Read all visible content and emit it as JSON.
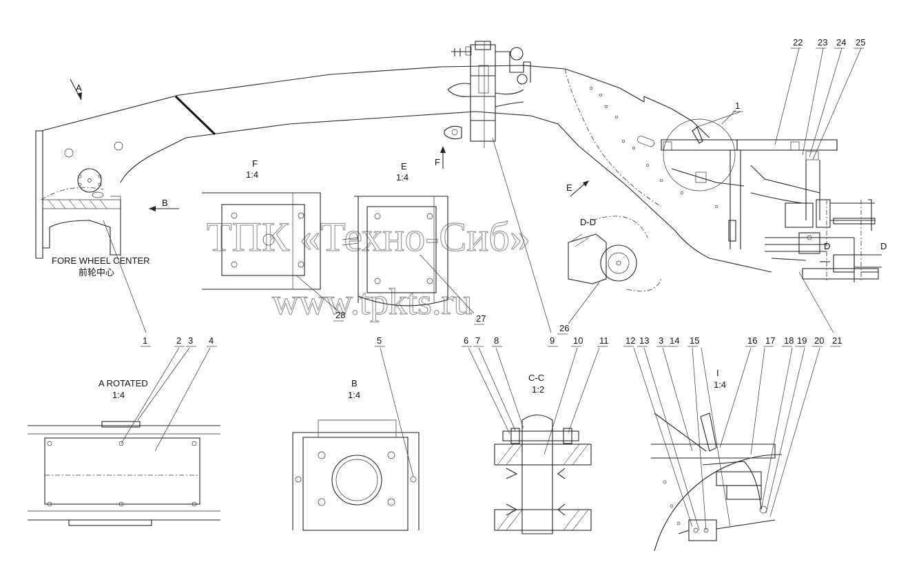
{
  "part_labels": [
    "1",
    "2",
    "3",
    "4",
    "5",
    "6",
    "7",
    "8",
    "9",
    "10",
    "11",
    "12",
    "13",
    "3",
    "14",
    "15",
    "16",
    "17",
    "18",
    "19",
    "20",
    "21",
    "22",
    "23",
    "24",
    "25",
    "26",
    "27",
    "28",
    "1"
  ],
  "views": {
    "F": {
      "name": "F",
      "scale": "1:4"
    },
    "E": {
      "name": "E",
      "scale": "1:4"
    },
    "DD": {
      "name": "D-D"
    },
    "A": {
      "name": "A ROTATED",
      "scale": "1:4"
    },
    "B": {
      "name": "B",
      "scale": "1:4"
    },
    "CC": {
      "name": "C-C",
      "scale": "1:2"
    },
    "I": {
      "name": "I",
      "scale": "1:4"
    }
  },
  "arrows": {
    "A": "A",
    "B": "B",
    "E": "E",
    "F": "F",
    "D_left": "D",
    "D_right": "D"
  },
  "fore_wheel": {
    "en": "FORE WHEEL CENTER",
    "cn": "前轮中心"
  },
  "watermark": {
    "line1": "ТПК «Техно-Сиб»",
    "line2": "www.tpkts.ru"
  },
  "colors": {
    "line": "#222222",
    "watermark": "#9a9a9a",
    "background": "#ffffff"
  }
}
